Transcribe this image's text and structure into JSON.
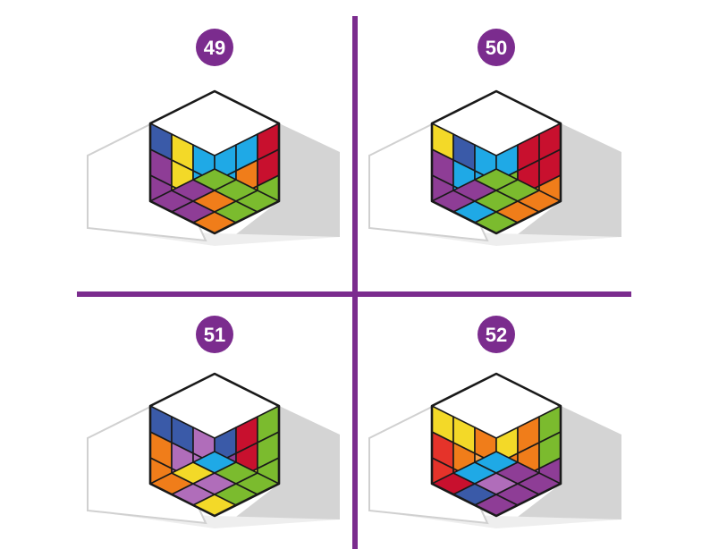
{
  "colors": {
    "divider": "#7b2c8e",
    "badge": "#7b2c8e",
    "badge_text": "#ffffff",
    "outline": "#1a1a1a",
    "shadow_left": "#ffffff",
    "shadow_left_stroke": "#d0d0d0",
    "shadow_right": "#d4d4d4",
    "shadow_floor": "#eeeeee"
  },
  "palette": {
    "B": "#1fa9e6",
    "N": "#3a5aa8",
    "Y": "#f3d928",
    "P": "#8e3d96",
    "V": "#b06dba",
    "R": "#c8102e",
    "r": "#e5332a",
    "O": "#f07d1a",
    "o": "#f5a04a",
    "G": "#7bbb2e"
  },
  "puzzles": [
    {
      "number": "49",
      "faces": {
        "left": [
          [
            "N",
            "Y",
            "B"
          ],
          [
            "P",
            "Y",
            "B"
          ],
          [
            "P",
            "Y",
            "Y"
          ]
        ],
        "right": [
          [
            "B",
            "B",
            "R"
          ],
          [
            "B",
            "O",
            "R"
          ],
          [
            "O",
            "O",
            "G"
          ]
        ],
        "top": [
          [
            "P",
            "P",
            "O"
          ],
          [
            "P",
            "O",
            "G"
          ],
          [
            "G",
            "G",
            "G"
          ]
        ]
      }
    },
    {
      "number": "50",
      "faces": {
        "left": [
          [
            "Y",
            "N",
            "B"
          ],
          [
            "P",
            "B",
            "B"
          ],
          [
            "P",
            "B",
            "B"
          ]
        ],
        "right": [
          [
            "B",
            "R",
            "R"
          ],
          [
            "G",
            "R",
            "R"
          ],
          [
            "G",
            "O",
            "O"
          ]
        ],
        "top": [
          [
            "P",
            "B",
            "G"
          ],
          [
            "P",
            "G",
            "O"
          ],
          [
            "G",
            "G",
            "O"
          ]
        ]
      }
    },
    {
      "number": "51",
      "faces": {
        "left": [
          [
            "N",
            "N",
            "V"
          ],
          [
            "O",
            "V",
            "V"
          ],
          [
            "O",
            "V",
            "P"
          ]
        ],
        "right": [
          [
            "N",
            "R",
            "G"
          ],
          [
            "P",
            "R",
            "G"
          ],
          [
            "P",
            "Y",
            "G"
          ]
        ],
        "top": [
          [
            "O",
            "V",
            "Y"
          ],
          [
            "Y",
            "V",
            "G"
          ],
          [
            "B",
            "G",
            "G"
          ]
        ]
      }
    },
    {
      "number": "52",
      "faces": {
        "left": [
          [
            "Y",
            "Y",
            "O"
          ],
          [
            "r",
            "O",
            "o"
          ],
          [
            "r",
            "r",
            "O"
          ]
        ],
        "right": [
          [
            "Y",
            "O",
            "G"
          ],
          [
            "O",
            "O",
            "G"
          ],
          [
            "P",
            "V",
            "P"
          ]
        ],
        "top": [
          [
            "R",
            "N",
            "P"
          ],
          [
            "B",
            "V",
            "P"
          ],
          [
            "B",
            "P",
            "P"
          ]
        ]
      }
    }
  ]
}
